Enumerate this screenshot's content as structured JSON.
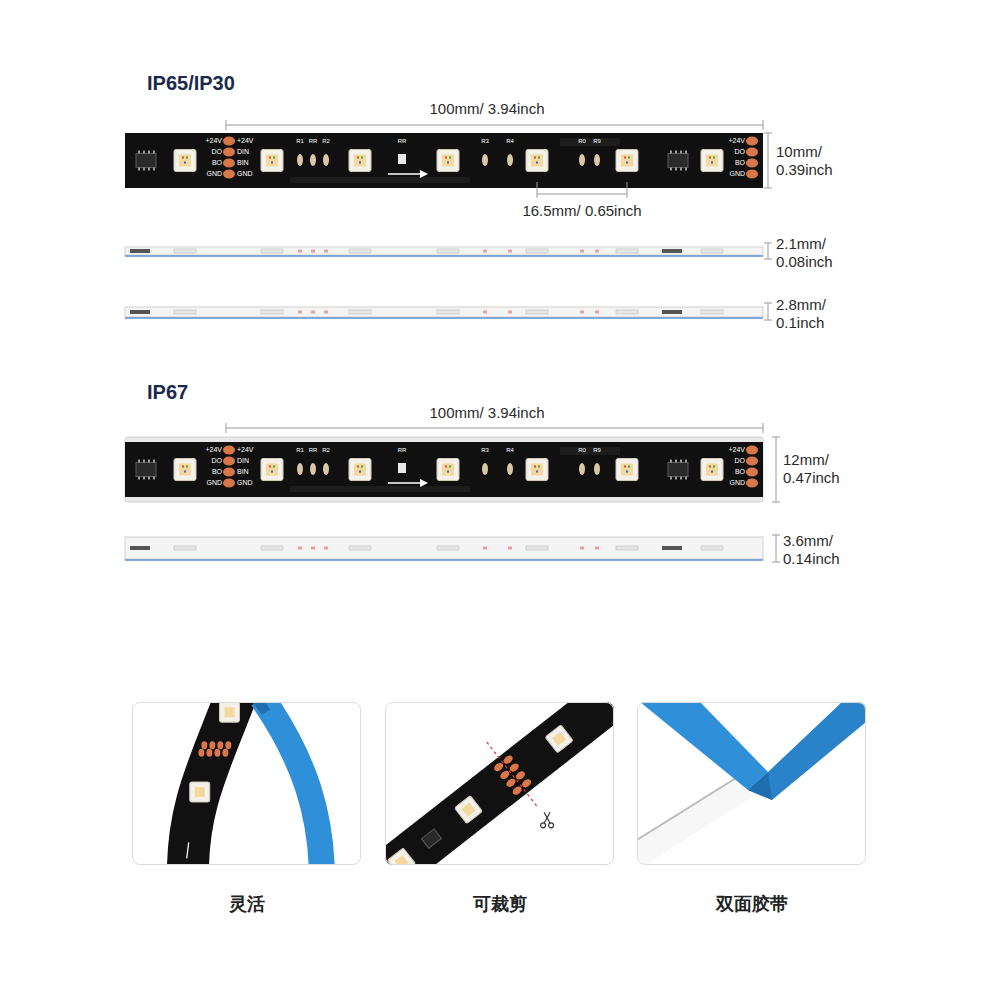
{
  "diagram": {
    "nodes": [
      {
        "text": [
          "灵活"
        ]
      },
      {
        "text": [
          "可裁剪"
        ]
      },
      {
        "text": [
          "双面胶带"
        ]
      }
    ],
    "labels": [
      "IP65/IP30",
      "100mm/ 3.94inch",
      "10mm/ 0.39inch",
      "16.5mm/ 0.65inch",
      "2.1mm/ 0.08inch",
      "2.8mm/ 0.1inch",
      "IP67",
      "100mm/ 3.94inch",
      "12mm/ 0.47inch",
      "3.6mm/ 0.14inch",
      "+24V",
      "DO",
      "BO",
      "GND",
      "+24V",
      "DIN",
      "BIN",
      "GND",
      "R1",
      "RR",
      "R2",
      "RR",
      "R3",
      "R4",
      "R0",
      "R9",
      "+24V",
      "DO",
      "BO",
      "GND",
      "+24V",
      "DO",
      "BO",
      "GND",
      "+24V",
      "DIN",
      "BIN",
      "GND",
      "R1",
      "RR",
      "R2",
      "RR",
      "R3",
      "R4",
      "R0",
      "R9",
      "+24V",
      "DO",
      "BO",
      "GND"
    ]
  }
}
